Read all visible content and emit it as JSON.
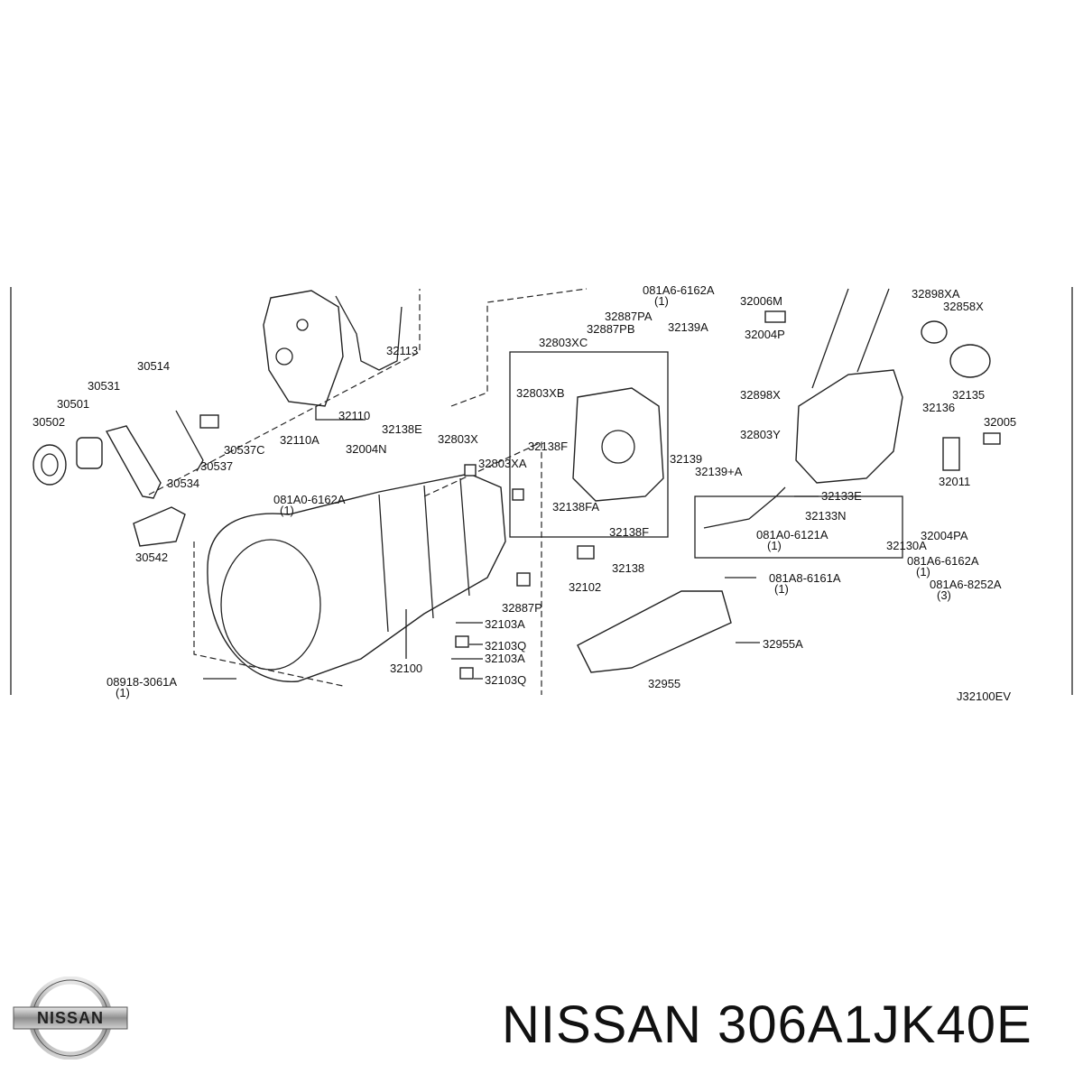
{
  "brand": {
    "logo_text": "NISSAN"
  },
  "footer": {
    "title": "NISSAN 306A1JK40E"
  },
  "diagram": {
    "code": "J32100EV",
    "labels": [
      "32113",
      "32110",
      "32110A",
      "30514",
      "30531",
      "30501",
      "30502",
      "30537C",
      "30537",
      "30534",
      "30542",
      "32138E",
      "32004N",
      "081A0-6162A",
      "(1)",
      "32803X",
      "32803XA",
      "32100",
      "08918-3061A",
      "(1)",
      "32887P",
      "32103A",
      "32103Q",
      "32103A",
      "32103Q",
      "32887PA",
      "32887PB",
      "32803XC",
      "32803XB",
      "32138F",
      "32138FA",
      "32138F",
      "32138",
      "32102",
      "081A6-6162A",
      "(1)",
      "32006M",
      "32139A",
      "32004P",
      "32139",
      "32139+A",
      "32898XA",
      "32858X",
      "32898X",
      "32803Y",
      "32135",
      "32136",
      "32005",
      "32011",
      "32133E",
      "32133N",
      "081A0-6121A",
      "(1)",
      "32130A",
      "32004PA",
      "081A6-6162A",
      "(1)",
      "081A6-8252A",
      "(3)",
      "081A8-6161A",
      "(1)",
      "32955A",
      "32955"
    ]
  }
}
